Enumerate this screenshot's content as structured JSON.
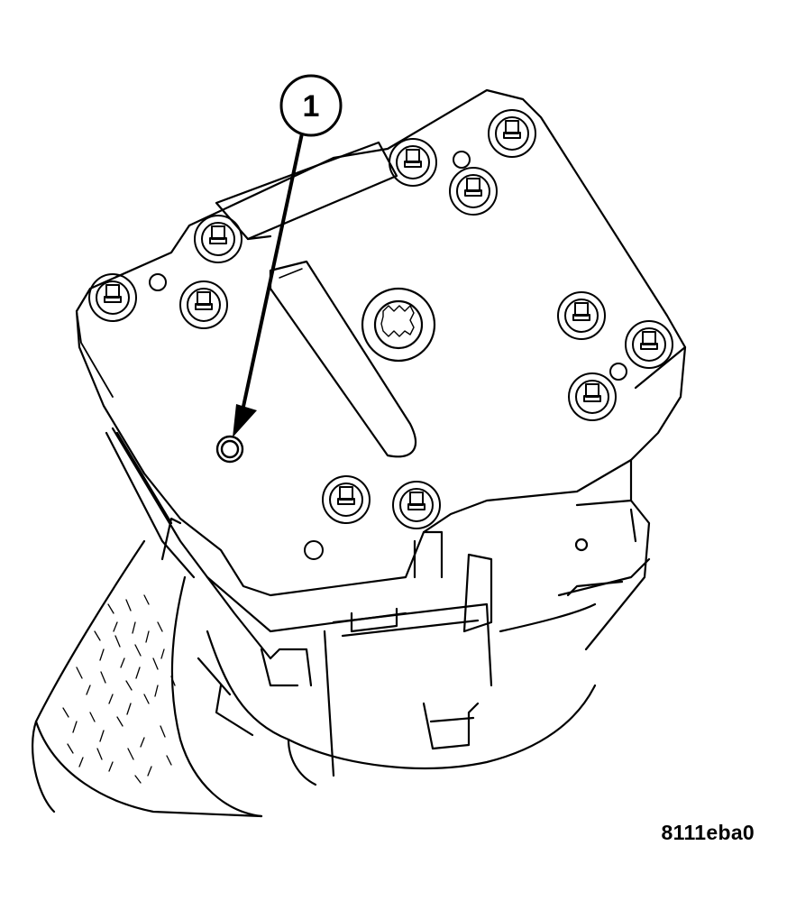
{
  "callouts": [
    {
      "number": "1",
      "target": "bleed-port-plug"
    }
  ],
  "figure_id": "8111eba0",
  "colors": {
    "line": "#000000",
    "background": "#ffffff"
  }
}
